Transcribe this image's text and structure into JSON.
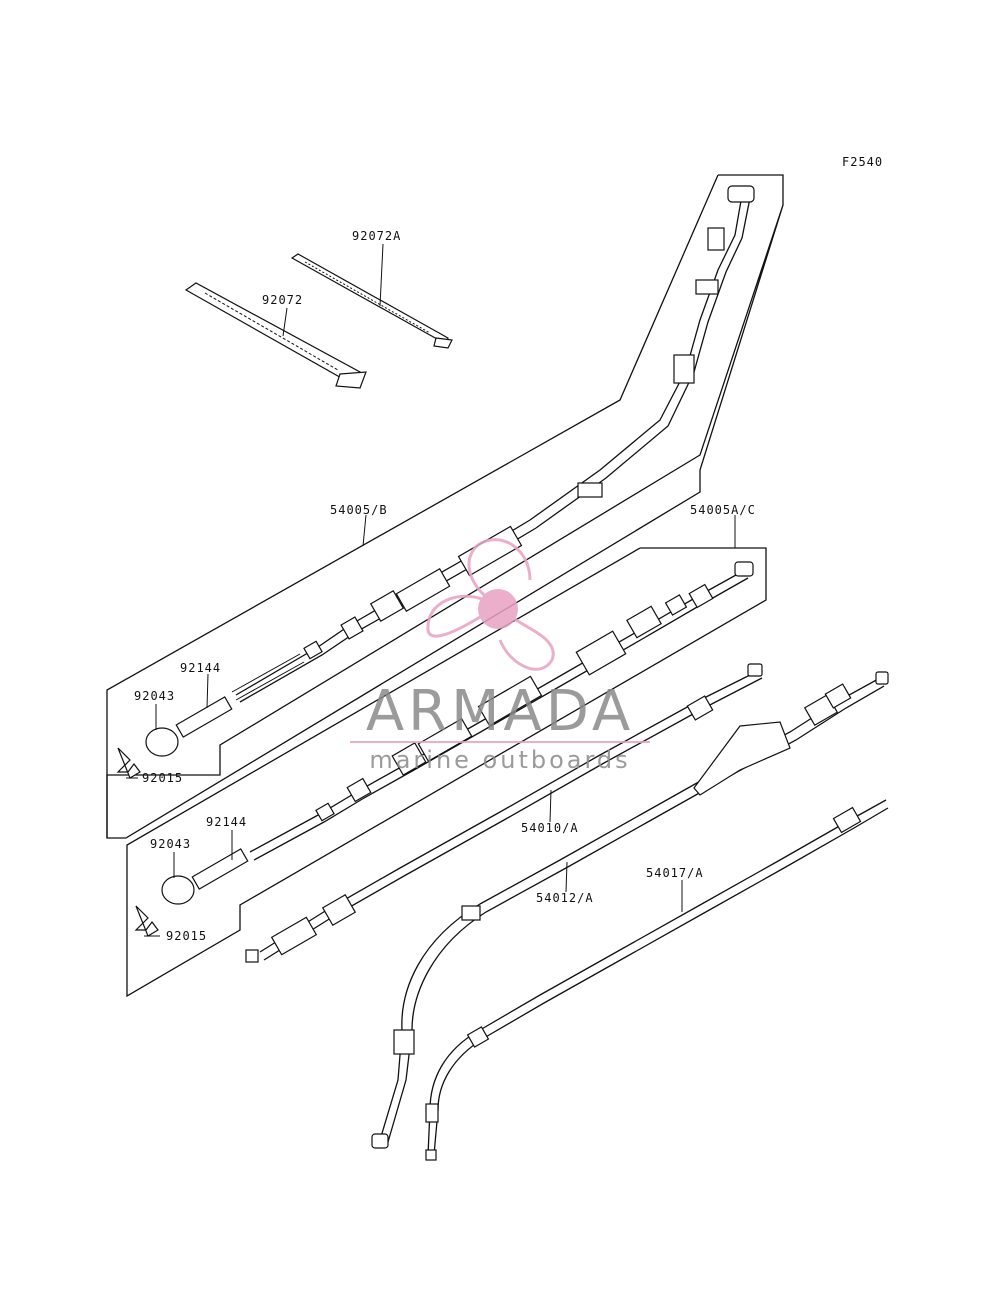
{
  "figure_code": "F2540",
  "labels": {
    "tie_small": "92072A",
    "tie_large": "92072",
    "cable_b": "54005/B",
    "cable_ac": "54005A/C",
    "spring_top": "92144",
    "holder_top": "92043",
    "wingnut_top": "92015",
    "spring_bottom": "92144",
    "holder_bottom": "92043",
    "wingnut_bottom": "92015",
    "cable_10": "54010/A",
    "cable_12": "54012/A",
    "cable_17": "54017/A"
  },
  "watermark": {
    "brand": "ARMADA",
    "tagline": "marine outboards",
    "color_logo": "#e8a2c4",
    "color_text": "#8a8a8a"
  }
}
